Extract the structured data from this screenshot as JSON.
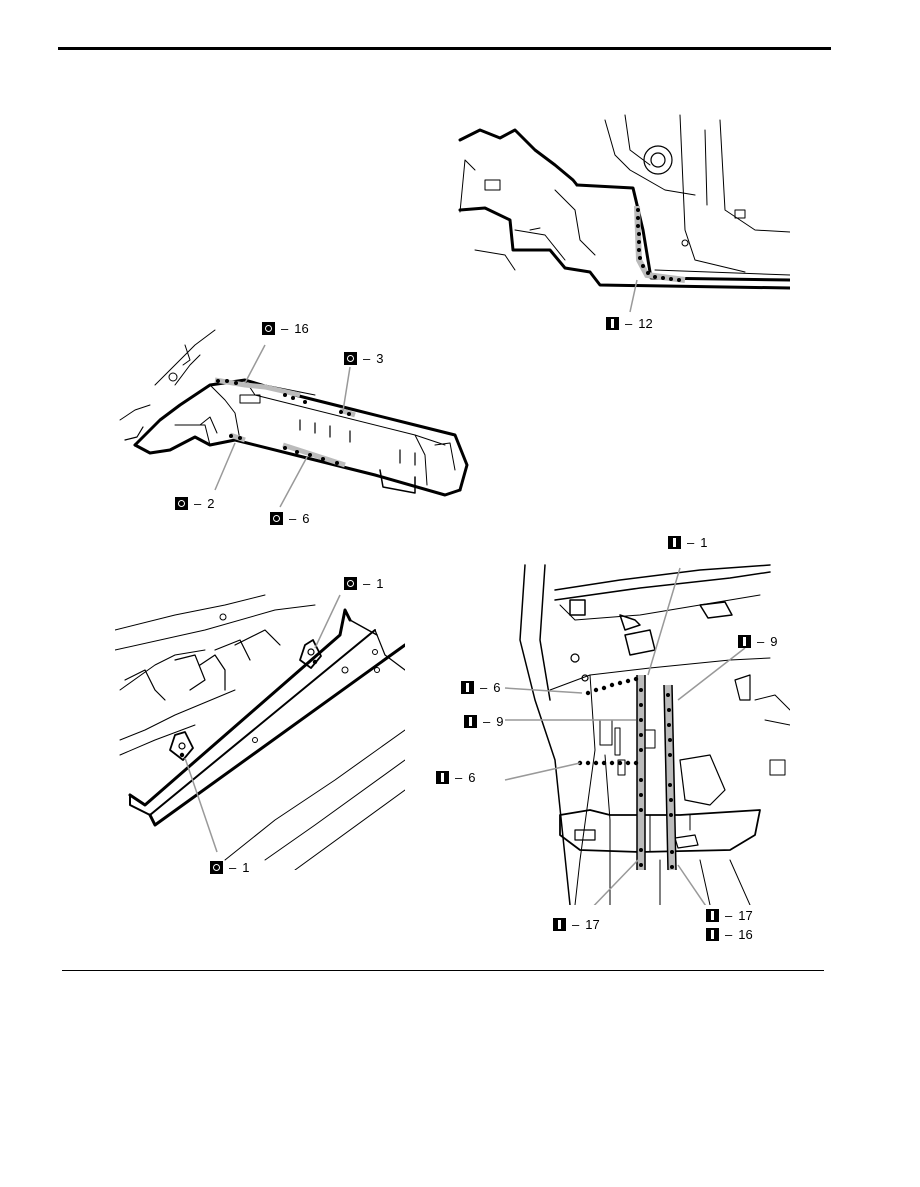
{
  "legend": {
    "spot_weld": "spot-weld-symbol",
    "seam_weld": "seam-weld-symbol"
  },
  "figures": {
    "fig_a": {
      "callouts": [
        {
          "symbol": "seam",
          "text": "12"
        }
      ]
    },
    "fig_b": {
      "callouts": [
        {
          "symbol": "spot",
          "text": "16"
        },
        {
          "symbol": "spot",
          "text": "3"
        },
        {
          "symbol": "spot",
          "text": "2"
        },
        {
          "symbol": "spot",
          "text": "6"
        }
      ]
    },
    "fig_c": {
      "callouts": [
        {
          "symbol": "spot",
          "text": "1"
        },
        {
          "symbol": "spot",
          "text": "1"
        }
      ]
    },
    "fig_d": {
      "callouts": [
        {
          "symbol": "seam",
          "text": "1"
        },
        {
          "symbol": "seam",
          "text": "9"
        },
        {
          "symbol": "seam",
          "text": "6"
        },
        {
          "symbol": "seam",
          "text": "9"
        },
        {
          "symbol": "seam",
          "text": "6"
        },
        {
          "symbol": "seam",
          "text": "17"
        },
        {
          "symbol": "seam",
          "text": "17"
        },
        {
          "symbol": "seam",
          "text": "16"
        }
      ]
    }
  }
}
